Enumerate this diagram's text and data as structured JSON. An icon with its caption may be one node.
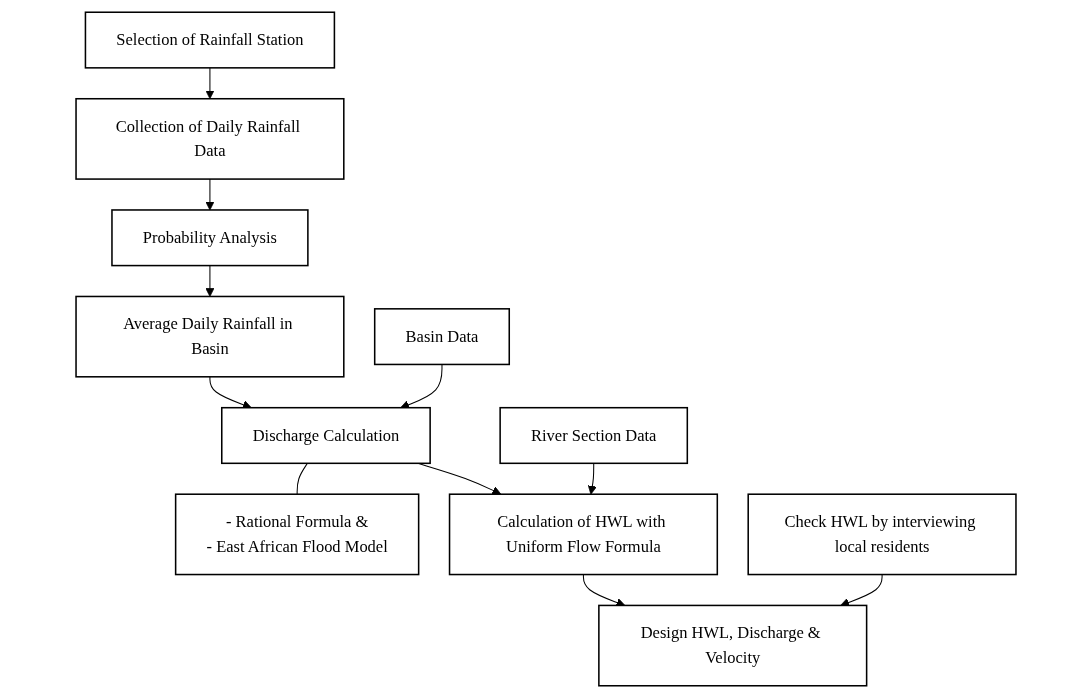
{
  "diagram": {
    "nodes": [
      {
        "text": [
          "Selection of Rainfall Station"
        ]
      },
      {
        "text": [
          "Collection of Daily Rainfall Data"
        ]
      },
      {
        "text": [
          "Probability Analysis"
        ]
      },
      {
        "text": [
          "Average Daily Rainfall in Basin"
        ]
      },
      {
        "text": [
          "Basin Data"
        ]
      },
      {
        "text": [
          "Discharge Calculation"
        ]
      },
      {
        "text": [
          "- Rational Formula &",
          "- East African Flood Model"
        ]
      },
      {
        "text": [
          "River Section Data"
        ]
      },
      {
        "text": [
          "Calculation of HWL with Uniform Flow Formula"
        ]
      },
      {
        "text": [
          "Check HWL by interviewing local residents"
        ]
      },
      {
        "text": [
          "Design HWL, Discharge & Velocity"
        ]
      }
    ],
    "edges": [
      {
        "from": 0,
        "to": 1,
        "arrow": "to"
      },
      {
        "from": 1,
        "to": 2,
        "arrow": "to"
      },
      {
        "from": 2,
        "to": 3,
        "arrow": "to"
      },
      {
        "from": 3,
        "to": 5,
        "arrow": "to"
      },
      {
        "from": 4,
        "to": 5,
        "arrow": "to"
      },
      {
        "from": 6,
        "to": 5,
        "arrow": "none"
      },
      {
        "from": 5,
        "to": 8,
        "arrow": "to"
      },
      {
        "from": 7,
        "to": 8,
        "arrow": "to"
      },
      {
        "from": 8,
        "to": 10,
        "arrow": "to"
      },
      {
        "from": 9,
        "to": 10,
        "arrow": "to"
      }
    ]
  }
}
